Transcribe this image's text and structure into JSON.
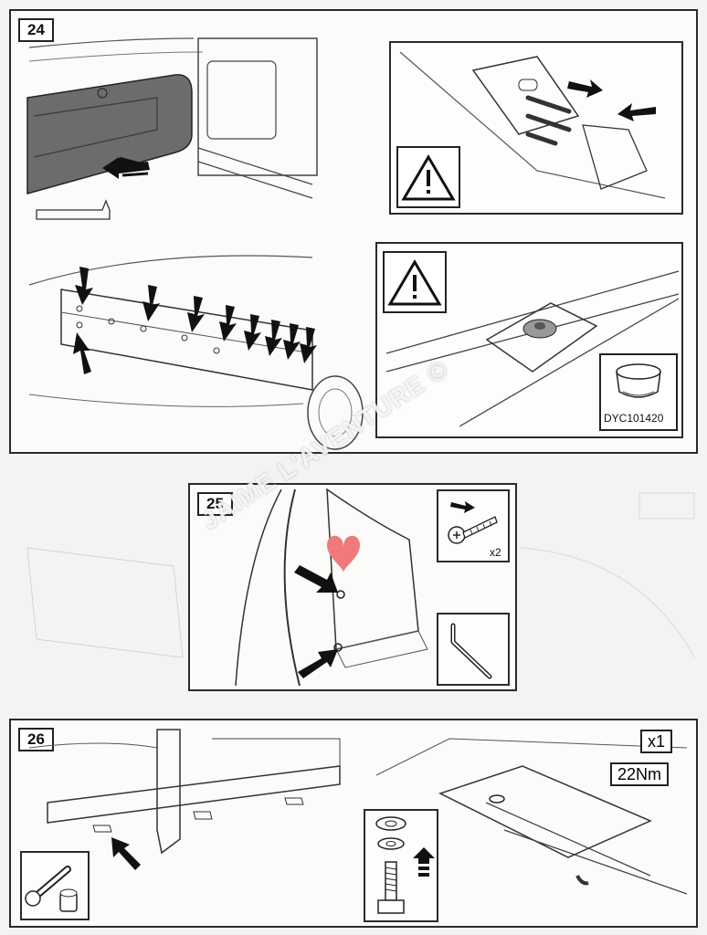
{
  "steps": {
    "s24": {
      "number": "24",
      "grommet_part": "DYC101420"
    },
    "s25": {
      "number": "25",
      "screw_qty": "x2"
    },
    "s26": {
      "number": "26",
      "bolt_qty": "x1",
      "torque": "22Nm"
    }
  },
  "watermark": {
    "text": "JAIME L'AVENTURE ©"
  },
  "colors": {
    "heart": "#f07a7a",
    "ink": "#2a2a2a",
    "paper": "#fbfbfa"
  }
}
